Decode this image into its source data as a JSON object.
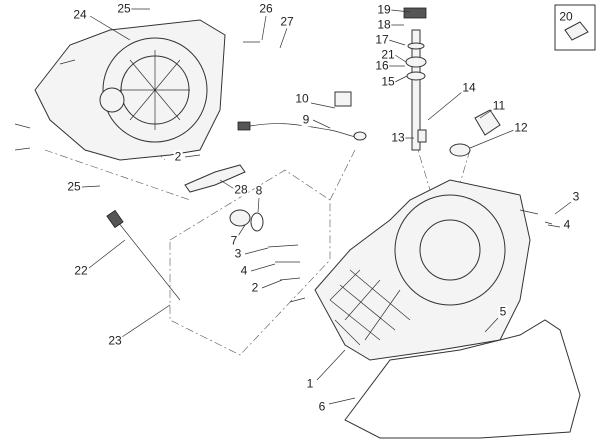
{
  "diagram": {
    "title": "Exploded parts diagram - clutch cover / engine side cover",
    "labels": [
      "25",
      "24",
      "26",
      "27",
      "19",
      "18",
      "17",
      "21",
      "16",
      "15",
      "20",
      "10",
      "9",
      "14",
      "11",
      "12",
      "13",
      "2",
      "25",
      "28",
      "8",
      "7",
      "3",
      "3",
      "4",
      "4",
      "2",
      "22",
      "23",
      "5",
      "1",
      "6"
    ]
  }
}
